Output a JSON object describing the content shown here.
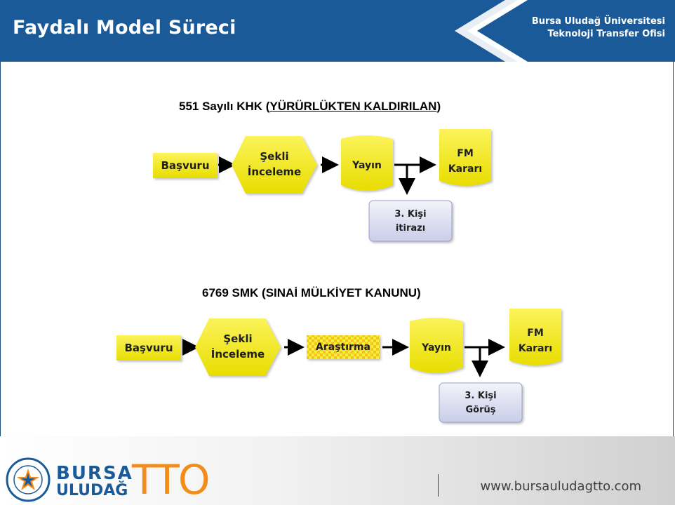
{
  "header": {
    "title": "Faydalı Model Süreci",
    "org_line1": "Bursa Uludağ Üniversitesi",
    "org_line2": "Teknoloji Transfer Ofisi",
    "color": "#1b5a99"
  },
  "diagram1": {
    "title_prefix": "551 Sayılı KHK (",
    "title_underlined": "YÜRÜRLÜKTEN KALDIRILAN",
    "title_suffix": ")",
    "nodes": {
      "basvuru": "Başvuru",
      "sekli_1": "Şekli",
      "sekli_2": "İnceleme",
      "yayin": "Yayın",
      "fm_1": "FM",
      "fm_2": "Kararı",
      "kisi_1": "3. Kişi",
      "kisi_2": "itirazı"
    }
  },
  "diagram2": {
    "title": "6769 SMK (SINAİ MÜLKİYET KANUNU)",
    "nodes": {
      "basvuru": "Başvuru",
      "sekli_1": "Şekli",
      "sekli_2": "İnceleme",
      "arastirma": "Araştırma",
      "yayin": "Yayın",
      "fm_1": "FM",
      "fm_2": "Kararı",
      "kisi_1": "3. Kişi",
      "kisi_2": "Görüş"
    }
  },
  "colors": {
    "node_yellow": "#f4ec1c",
    "node_yellow_dark": "#d9cf00",
    "third_party_box": "#dcdff0",
    "arrow": "#000000",
    "tto_orange": "#f28c1b"
  },
  "footer": {
    "logo_line1": "BURSA",
    "logo_line2": "ULUDAĞ",
    "logo_tto": "TTO",
    "url": "www.bursauludagtto.com"
  }
}
